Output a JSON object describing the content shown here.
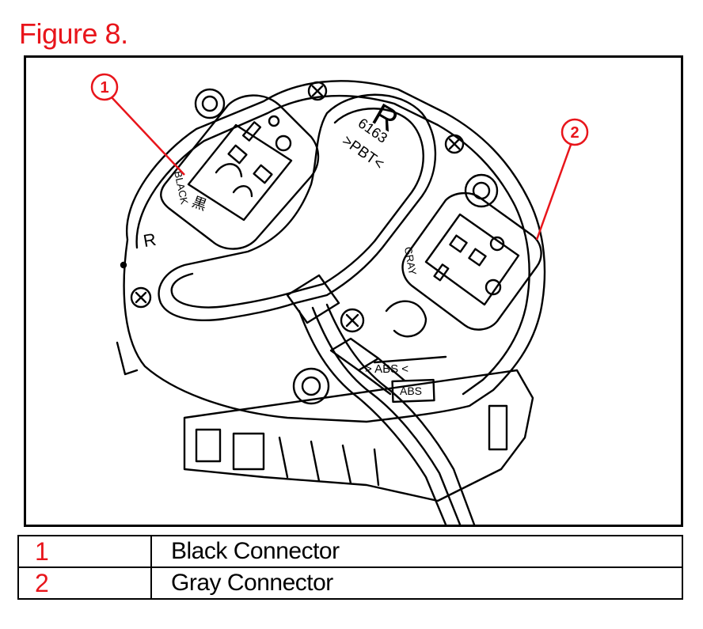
{
  "figure": {
    "title": "Figure 8.",
    "accent_color": "#e8151b",
    "callouts": [
      {
        "number": "1"
      },
      {
        "number": "2"
      }
    ],
    "part_text": {
      "housing_r": "R",
      "part_no": "6163",
      "material": ">PBT<",
      "black_tag": "BLACK",
      "black_kanji": "黒",
      "gray_tag": "GRAY",
      "side_r": "R",
      "abs_mark": "> ABS <",
      "abs_box": "ABS"
    }
  },
  "legend": {
    "rows": [
      {
        "number": "1",
        "label": "Black Connector"
      },
      {
        "number": "2",
        "label": "Gray Connector"
      }
    ]
  }
}
